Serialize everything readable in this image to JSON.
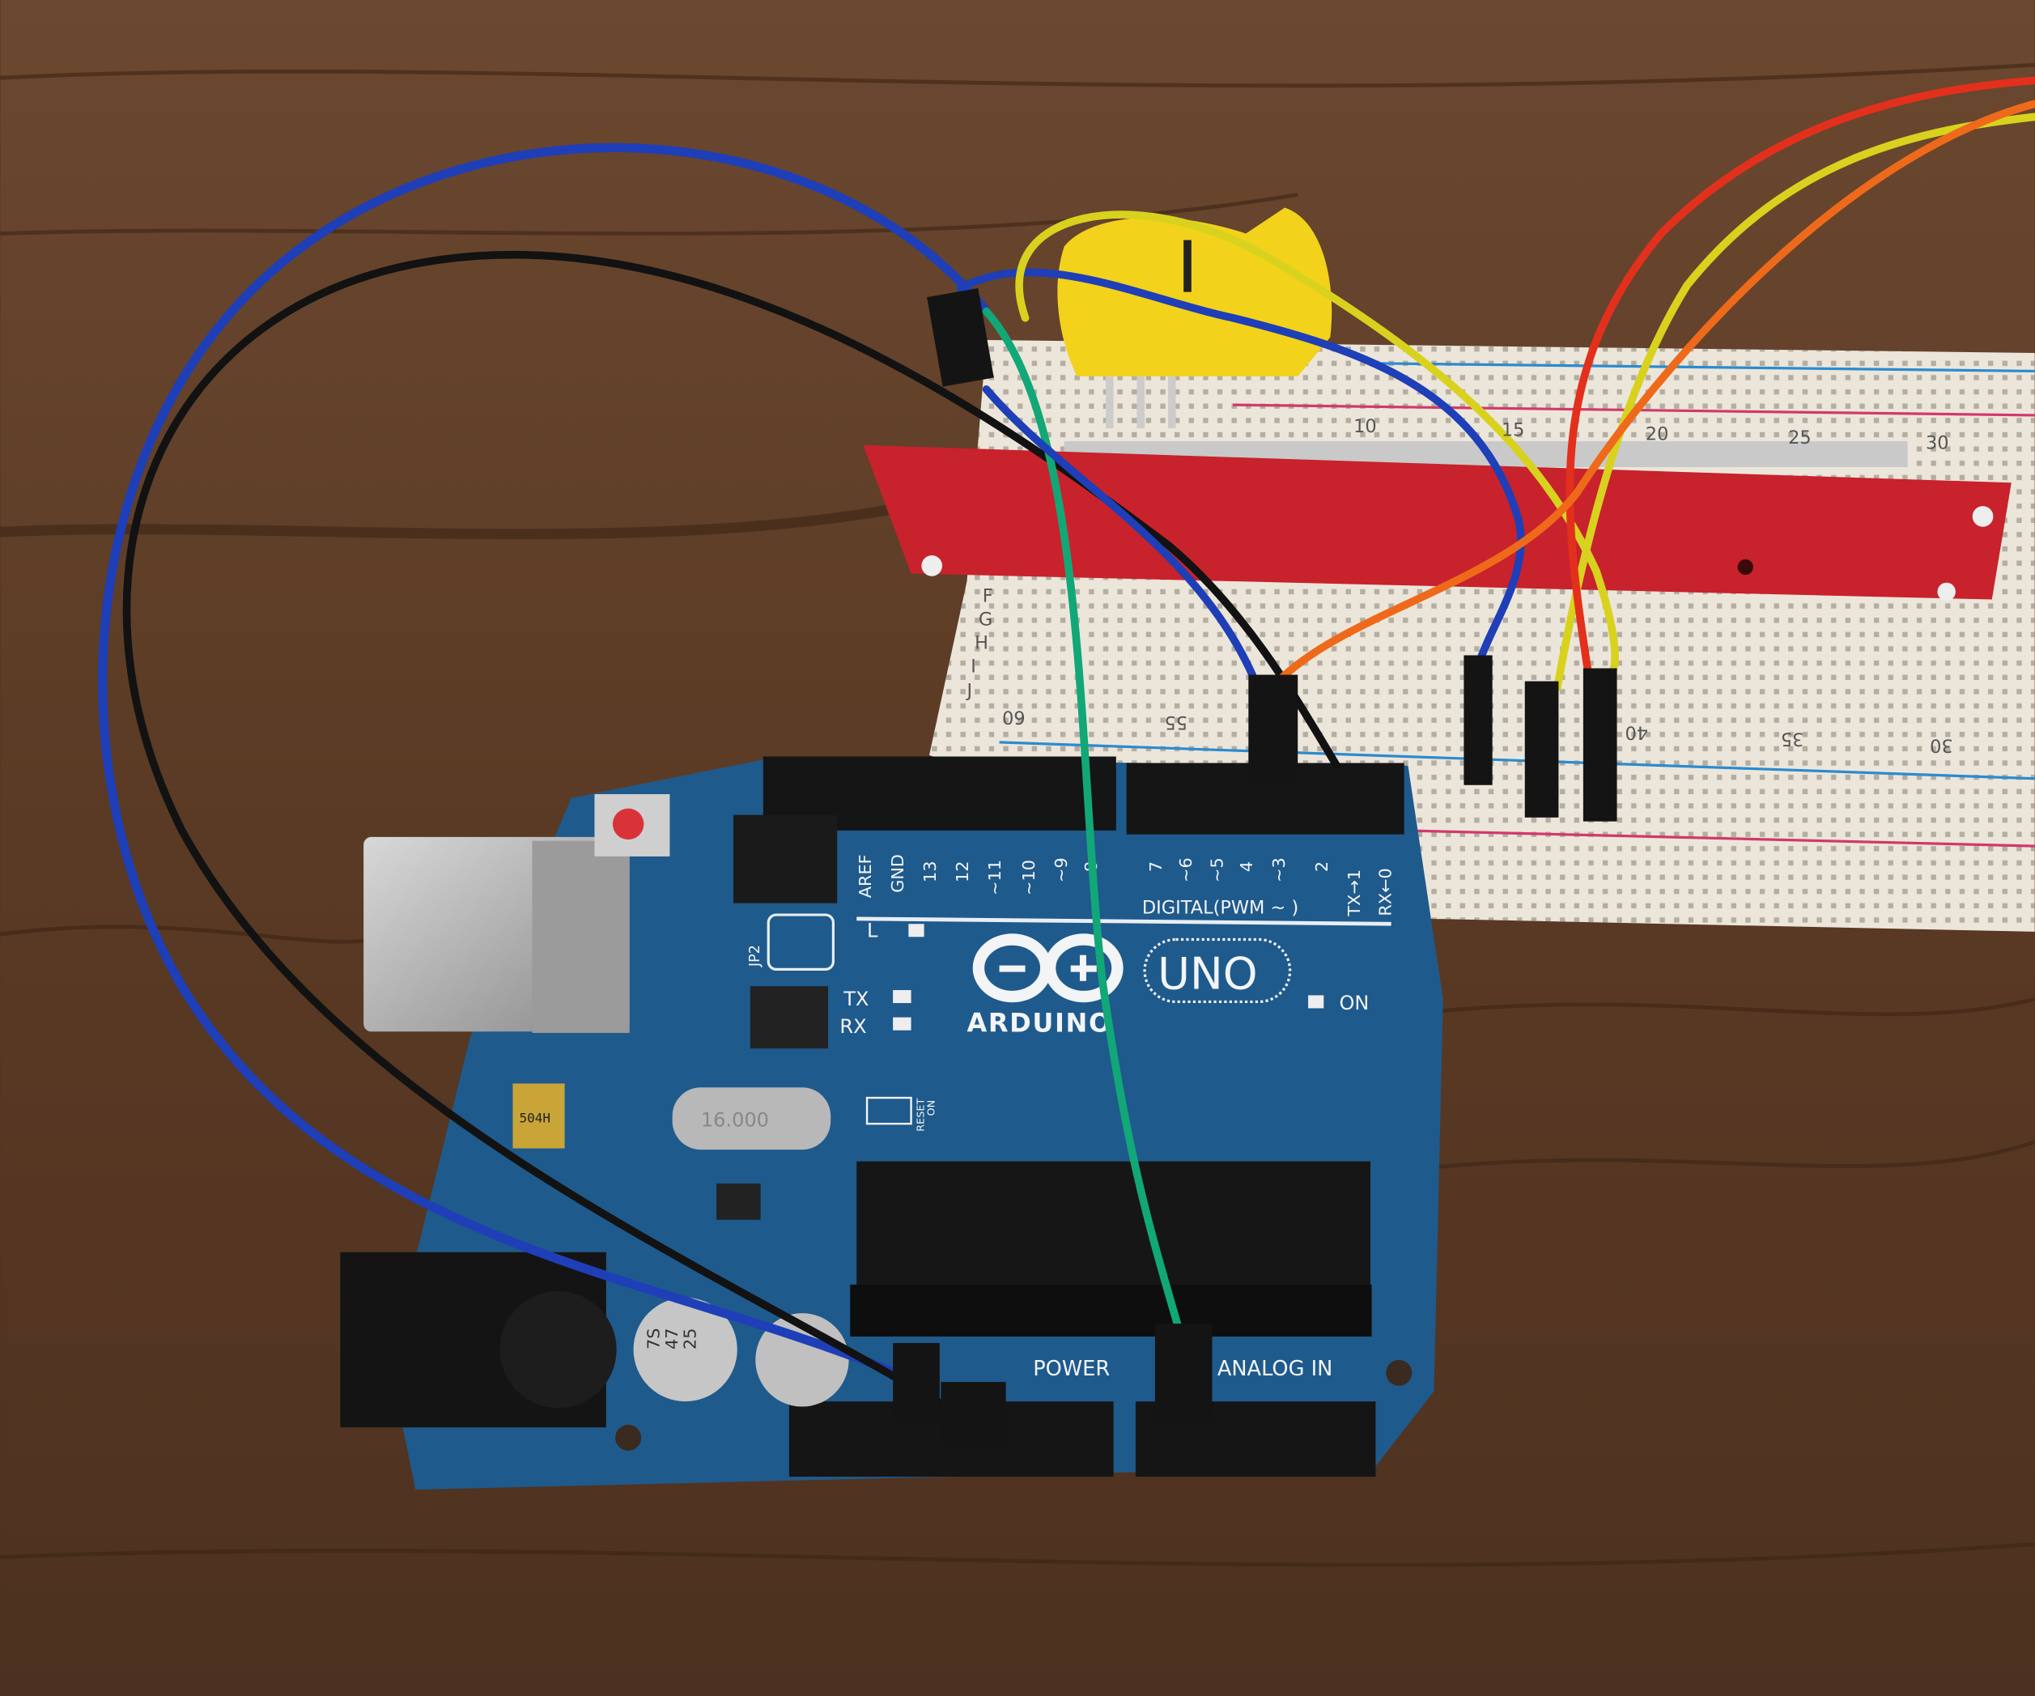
{
  "scene": {
    "wood_color": "#5a3a24",
    "breadboard_color": "#ece6da",
    "pcb_color": "#1f5a8c",
    "module_color": "#c8222c",
    "pot_color": "#f2d21a"
  },
  "arduino": {
    "brand": "ARDUINO",
    "model": "UNO",
    "digital_label": "DIGITAL(PWM ~ )",
    "pins": [
      "AREF",
      "GND",
      "13",
      "12",
      "~11",
      "~10",
      "~9",
      "8",
      "7",
      "~6",
      "~5",
      "4",
      "~3",
      "2",
      "TX→1",
      "RX←0"
    ],
    "led_l": "L",
    "led_tx": "TX",
    "led_rx": "RX",
    "led_on": "ON",
    "jp2": "JP2",
    "reset_en": "RESET",
    "reset_on": "ON",
    "power_label": "POWER",
    "analog_label": "ANALOG IN",
    "crystal_marking": "16.000",
    "fuse_marking": "504H",
    "capacitor_marking": [
      "7S",
      "47",
      "25"
    ]
  },
  "breadboard": {
    "top_numbers": [
      "10",
      "15",
      "20",
      "25",
      "30"
    ],
    "bottom_numbers": [
      "60",
      "55",
      "40",
      "35",
      "30"
    ],
    "row_letters": [
      "F",
      "G",
      "H",
      "I",
      "J"
    ]
  },
  "wires": {
    "blue": "#1e3fb8",
    "black": "#121212",
    "green": "#12a777",
    "yellow": "#d8d21e",
    "red": "#e3301c",
    "orange": "#ee6a1a"
  }
}
